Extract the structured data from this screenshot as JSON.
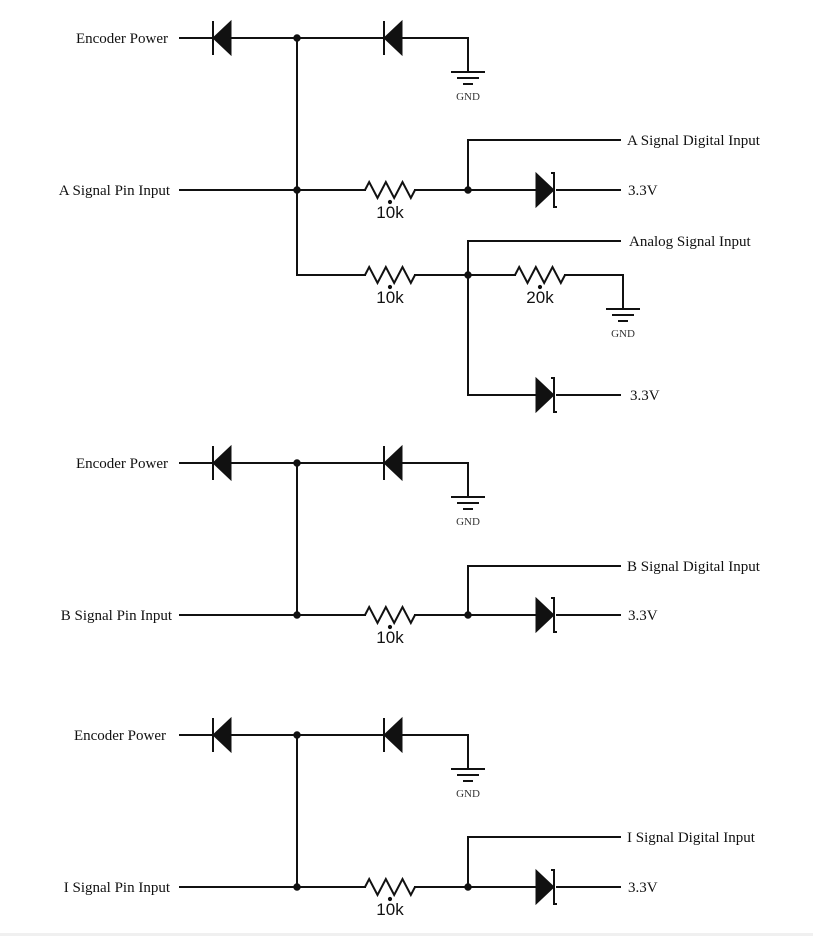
{
  "diagram": {
    "title": "Encoder signal input protection circuits",
    "ink_color": "#111111",
    "background": "#ffffff",
    "sections": [
      {
        "id": "a",
        "power_label": "Encoder Power",
        "gnd_label": "GND",
        "pin_label": "A Signal Pin Input",
        "series_resistor": "10k",
        "digital_label": "A Signal Digital Input",
        "clamp_label": "3.3V",
        "analog": {
          "series_resistor": "10k",
          "pulldown_resistor": "20k",
          "analog_label": "Analog Signal Input",
          "gnd_label": "GND",
          "clamp_label": "3.3V"
        }
      },
      {
        "id": "b",
        "power_label": "Encoder Power",
        "gnd_label": "GND",
        "pin_label": "B Signal Pin Input",
        "series_resistor": "10k",
        "digital_label": "B Signal Digital Input",
        "clamp_label": "3.3V"
      },
      {
        "id": "i",
        "power_label": "Encoder Power",
        "gnd_label": "GND",
        "pin_label": "I Signal Pin Input",
        "series_resistor": "10k",
        "digital_label": "I Signal Digital Input",
        "clamp_label": "3.3V"
      }
    ]
  }
}
